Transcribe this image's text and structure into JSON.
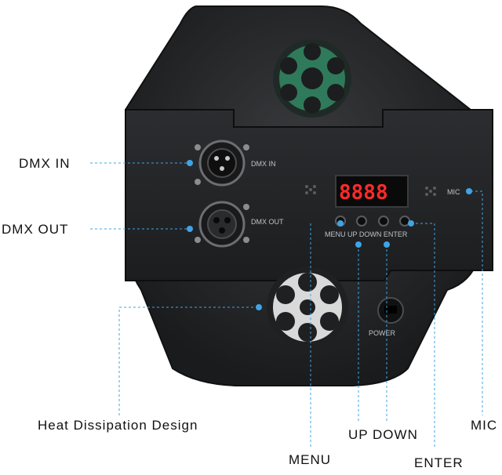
{
  "callouts": {
    "dmx_in": "DMX  IN",
    "dmx_out": "DMX  OUT",
    "heat": "Heat  Dissipation  Design",
    "up_down": "UP DOWN",
    "menu": "MENU",
    "enter": "ENTER",
    "mic": "MIC"
  },
  "panel": {
    "dmx_in": "DMX IN",
    "dmx_out": "DMX OUT",
    "buttons": "MENU UP DOWN ENTER",
    "power": "POWER",
    "mic": "MIC",
    "display": "8888"
  },
  "colors": {
    "leader": "#3fa4e6",
    "body": "#2a2b2d",
    "panel": "#222325",
    "display": "#ff2a2a"
  }
}
